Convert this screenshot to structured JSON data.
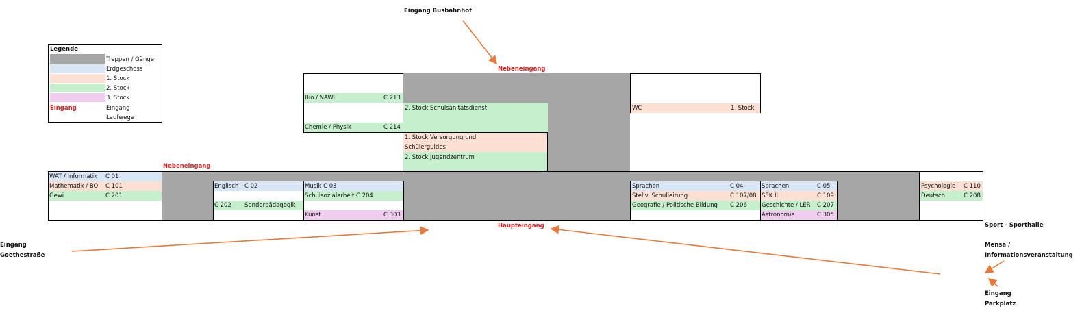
{
  "legend": {
    "title": "Legende",
    "items": [
      {
        "key": "gray",
        "label": "Treppen / Gänge"
      },
      {
        "key": "eg",
        "label": "Erdgeschoss"
      },
      {
        "key": "s1",
        "label": "1. Stock"
      },
      {
        "key": "s2",
        "label": "2. Stock"
      },
      {
        "key": "s3",
        "label": "3. Stock"
      },
      {
        "key": "eingang",
        "label": "Eingang",
        "marker": "Eingang"
      },
      {
        "key": "laufwege",
        "label": "Laufwege"
      }
    ]
  },
  "entrances": {
    "busbahnhof": "Eingang Busbahnhof",
    "nebeneingang_top": "Nebeneingang",
    "nebeneingang_left": "Nebeneingang",
    "haupteingang": "Haupteingang",
    "goethe_line1": "Eingang",
    "goethe_line2": "Goethestraße",
    "parkplatz_line1": "Eingang",
    "parkplatz_line2": "Parkplatz"
  },
  "external": {
    "sport": "Sport - Sporthalle",
    "mensa_line1": "Mensa /",
    "mensa_line2": "Informationsveranstaltung"
  },
  "rooms": {
    "bio": {
      "name": "Bio / NAWi",
      "code": "C 213"
    },
    "chemie": {
      "name": "Chemie / Physik",
      "code": "C 214"
    },
    "sanitaet": "2. Stock Schulsanitätsdienst",
    "versorgung_line1": "1. Stock Versorgung und",
    "versorgung_line2": "Schülerguides",
    "jugendzentrum": "2. Stock Jugendzentrum",
    "wc": {
      "name": "WC",
      "floor": "1. Stock"
    },
    "wat": {
      "name": "WAT / Informatik",
      "code": "C 01"
    },
    "mathe": {
      "name": "Mathematik / BO",
      "code": "C 101"
    },
    "gewi": {
      "name": "Gewi",
      "code": "C 201"
    },
    "englisch": {
      "name": "Englisch",
      "code": "C 02"
    },
    "sonder": {
      "code": "C 202",
      "name": "Sonderpädagogik"
    },
    "musik": "Musik C 03",
    "schulsozial": "Schulsozialarbeit C 204",
    "kunst": {
      "name": "Kunst",
      "code": "C 303"
    },
    "sprachen1": {
      "name": "Sprachen",
      "code": "C 04"
    },
    "stellv": {
      "name": "Stellv. Schulleitung",
      "code": "C 107/08"
    },
    "geografie": {
      "name": "Geografie / Politische Bildung",
      "code": "C 206"
    },
    "sprachen2": {
      "name": "Sprachen",
      "code": "C 05"
    },
    "sek": {
      "name": "SEK II",
      "code": "C 109"
    },
    "geschichte": {
      "name": "Geschichte / LER",
      "code": "C 207"
    },
    "astronomie": {
      "name": "Astronomie",
      "code": "C 305"
    },
    "psychologie": {
      "name": "Psychologie",
      "code": "C 110"
    },
    "deutsch": {
      "name": "Deutsch",
      "code": "C 208"
    }
  },
  "colors": {
    "corridor": "#a6a6a6",
    "erdgeschoss": "#d9e6f5",
    "stock1": "#fbe0d3",
    "stock2": "#c6efce",
    "stock3": "#f0cdee",
    "eingang": "#e02020",
    "laufwege": "#e8793a"
  }
}
